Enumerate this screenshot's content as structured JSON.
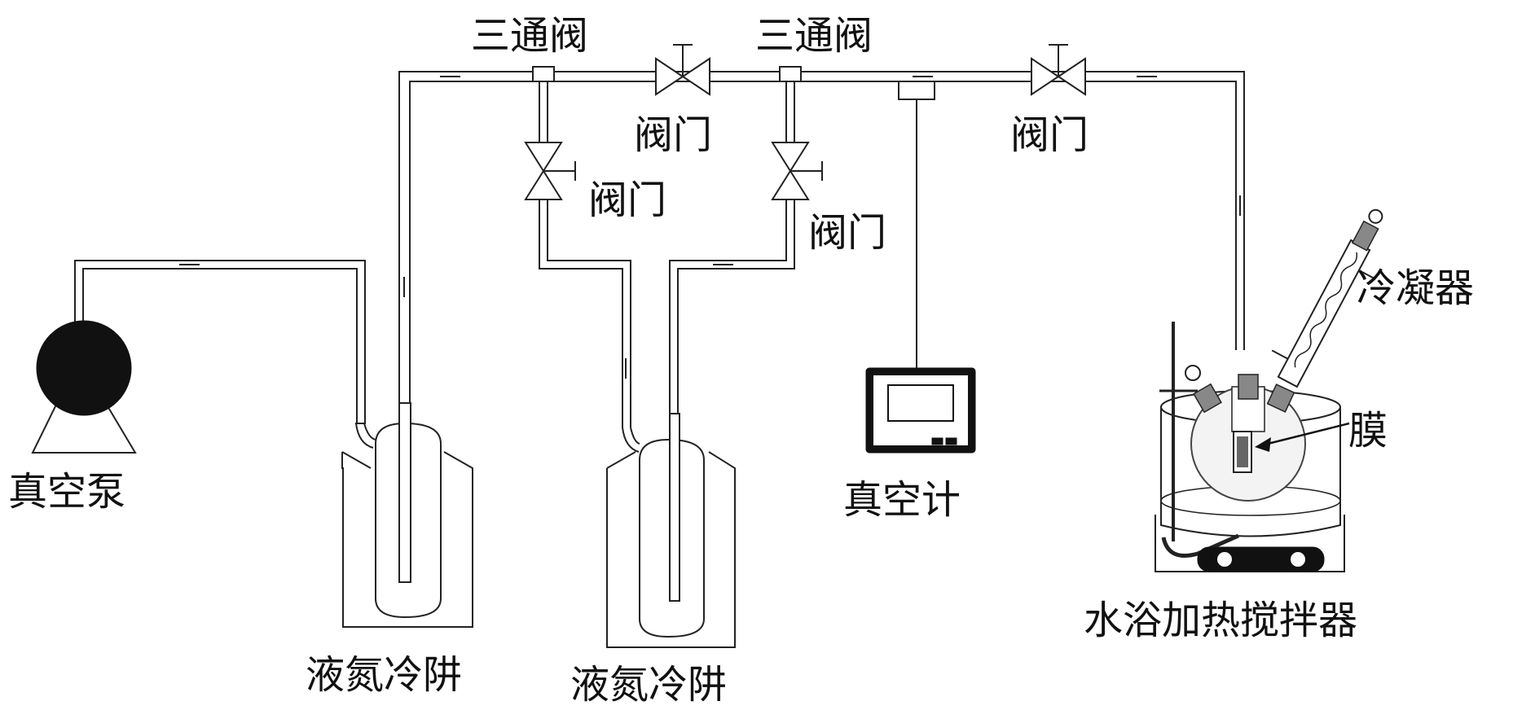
{
  "labels": {
    "vacuum_pump": "真空泵",
    "cold_trap_1": "液氮冷阱",
    "cold_trap_2": "液氮冷阱",
    "three_way_valve_1": "三通阀",
    "three_way_valve_2": "三通阀",
    "valve_top_1": "阀门",
    "valve_top_2": "阀门",
    "valve_branch_1": "阀门",
    "valve_branch_2": "阀门",
    "vacuum_gauge": "真空计",
    "condenser": "冷凝器",
    "membrane": "膜",
    "water_bath_stirrer": "水浴加热搅拌器"
  },
  "colors": {
    "line": "#222222",
    "fill_dark": "#111111",
    "background": "#ffffff"
  }
}
